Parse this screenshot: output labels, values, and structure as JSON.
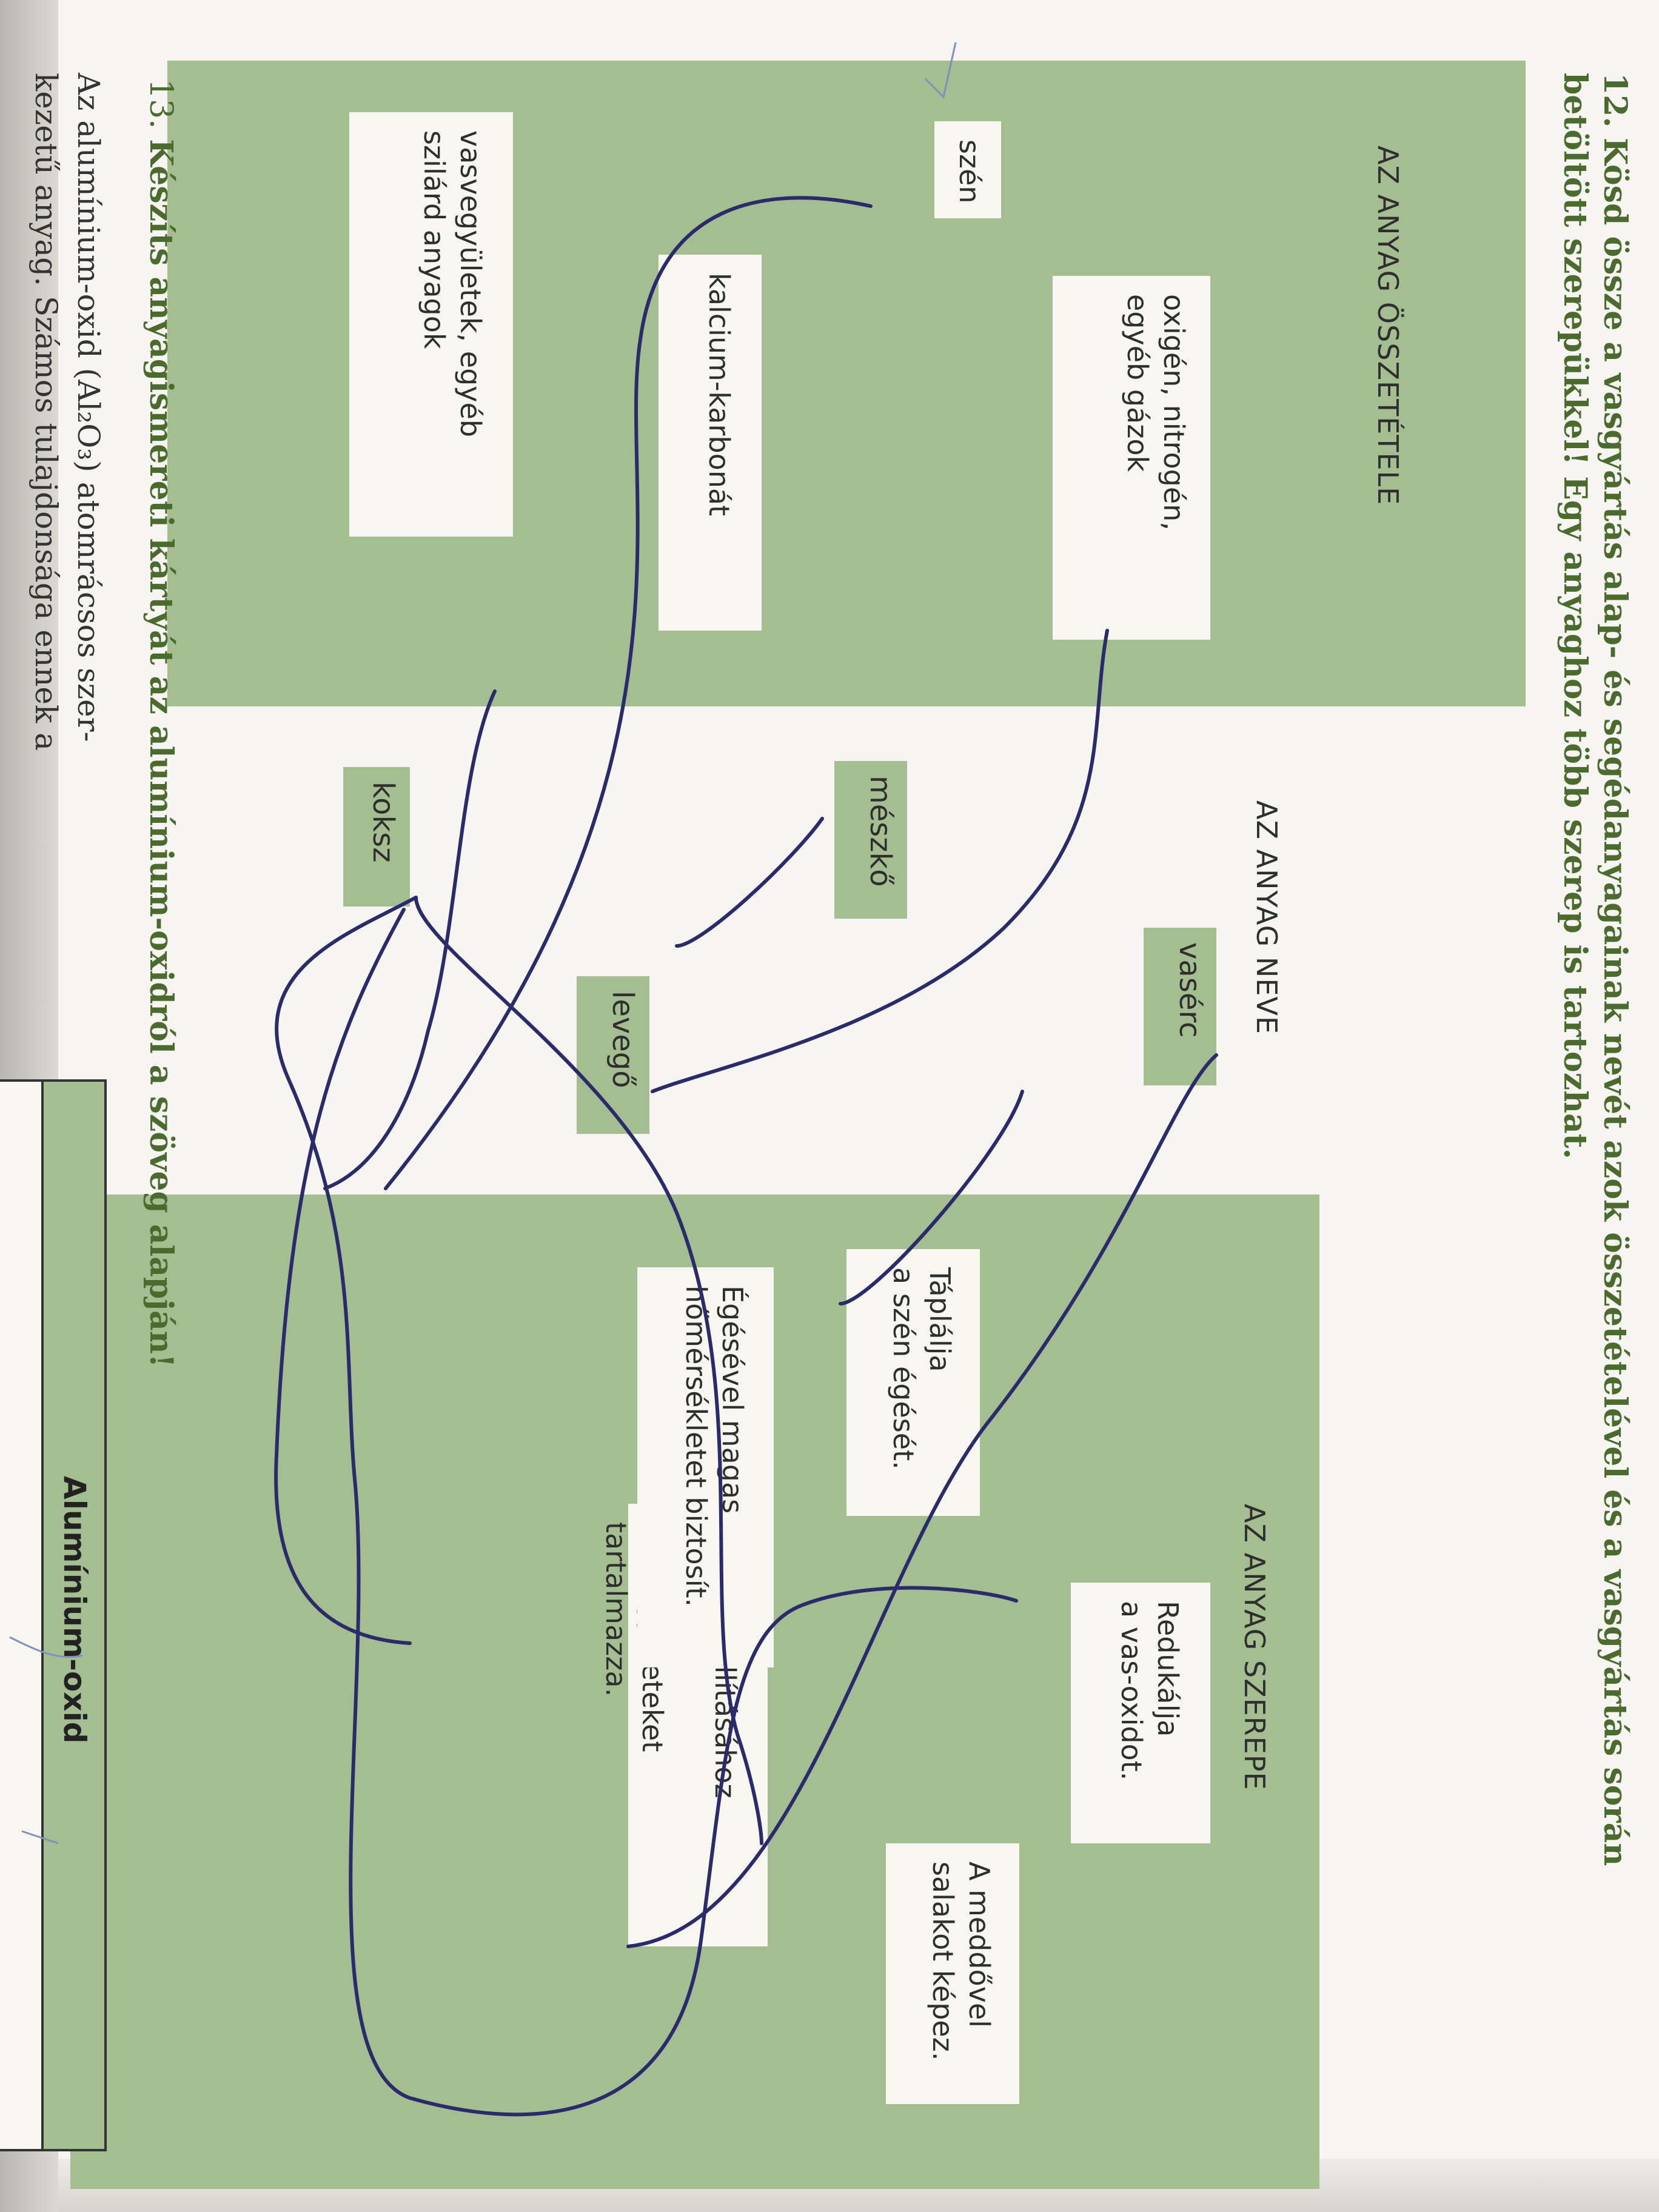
{
  "task12": {
    "number": "12.",
    "line1": "Kösd össze a vasgyártás alap- és segédanyagainak nevét azok összetételével és a vasgyártás során",
    "line2": "betöltött szerepükkel! Egy anyaghoz több szerep is tartozhat."
  },
  "columns": {
    "composition_header": "AZ ANYAG ÖSSZETÉTELE",
    "name_header": "AZ ANYAG NEVE",
    "role_header": "AZ ANYAG SZEREPE"
  },
  "composition": [
    {
      "text": "szén"
    },
    {
      "line1": "oxigén, nitrogén,",
      "line2": "egyéb gázok"
    },
    {
      "text": "kalcium-karbonát"
    },
    {
      "line1": "vasvegyületek, egyéb",
      "line2": "szilárd anyagok"
    }
  ],
  "names": [
    "vasérc",
    "mészkő",
    "levegő",
    "koksz"
  ],
  "roles": [
    {
      "line1": "Redukálja",
      "line2": "a vas-oxidot."
    },
    {
      "line1": "A meddővel",
      "line2": "salakot képez."
    },
    {
      "line1": "Táplálja",
      "line2": "a szén égését."
    },
    {
      "line1": "A vas előállításához szükséges",
      "line2": "vasvegyületeket tartalmazza."
    },
    {
      "line1": "Égésével magas",
      "line2": "hőmérsékletet biztosít."
    }
  ],
  "task13": {
    "number": "13.",
    "heading": "Készíts anyagismereti kártyát az alumínium-oxidról a szöveg alapján!",
    "body_line1": "Az alumínium-oxid (Al₂O₃) atomrácsos szer-",
    "body_line2": "kezetű anyag. Számos tulajdonsága ennek a"
  },
  "card": {
    "title": "Alumínium-oxid"
  },
  "colors": {
    "panel_green": "#a5be91",
    "heading_green": "#4b6b2e",
    "ink_blue": "#2b2a6b"
  }
}
